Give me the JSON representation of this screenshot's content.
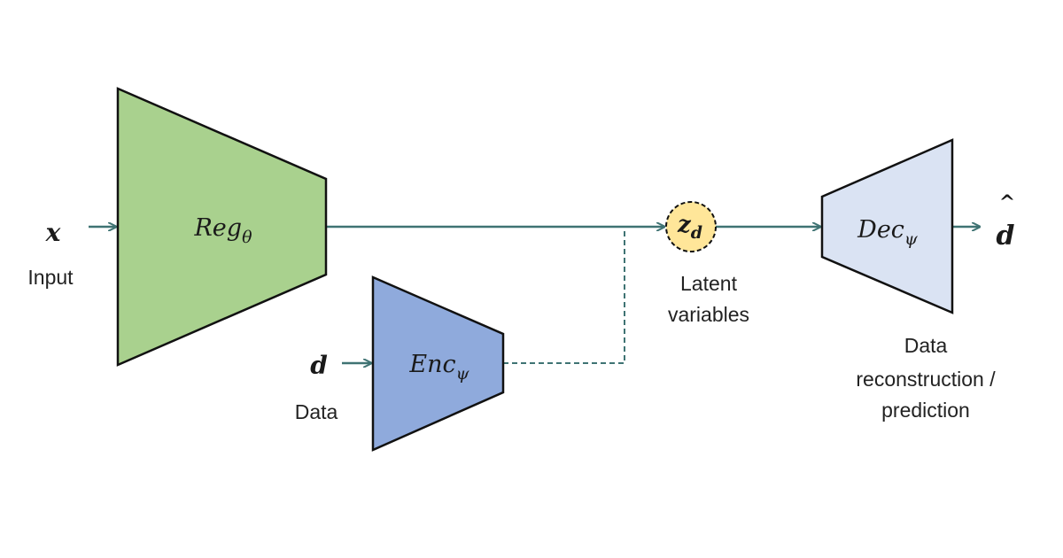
{
  "colors": {
    "regressor_fill": "#a9d18e",
    "encoder_fill": "#8faadc",
    "decoder_fill": "#dae3f3",
    "latent_fill": "#ffe699",
    "arrow": "#3f7373",
    "outline": "#111111"
  },
  "input": {
    "symbol": "x",
    "label": "Input"
  },
  "data": {
    "symbol": "d",
    "label": "Data"
  },
  "regressor": {
    "name": "Reg",
    "subscript": "θ"
  },
  "encoder": {
    "name": "Enc",
    "subscript": "ψ"
  },
  "latent": {
    "symbol": "z",
    "subscript": "d",
    "label_line1": "Latent",
    "label_line2": "variables"
  },
  "decoder": {
    "name": "Dec",
    "subscript": "ψ"
  },
  "output": {
    "symbol": "d",
    "hat": "^",
    "label_line1": "Data",
    "label_line2": "reconstruction /",
    "label_line3": "prediction"
  }
}
